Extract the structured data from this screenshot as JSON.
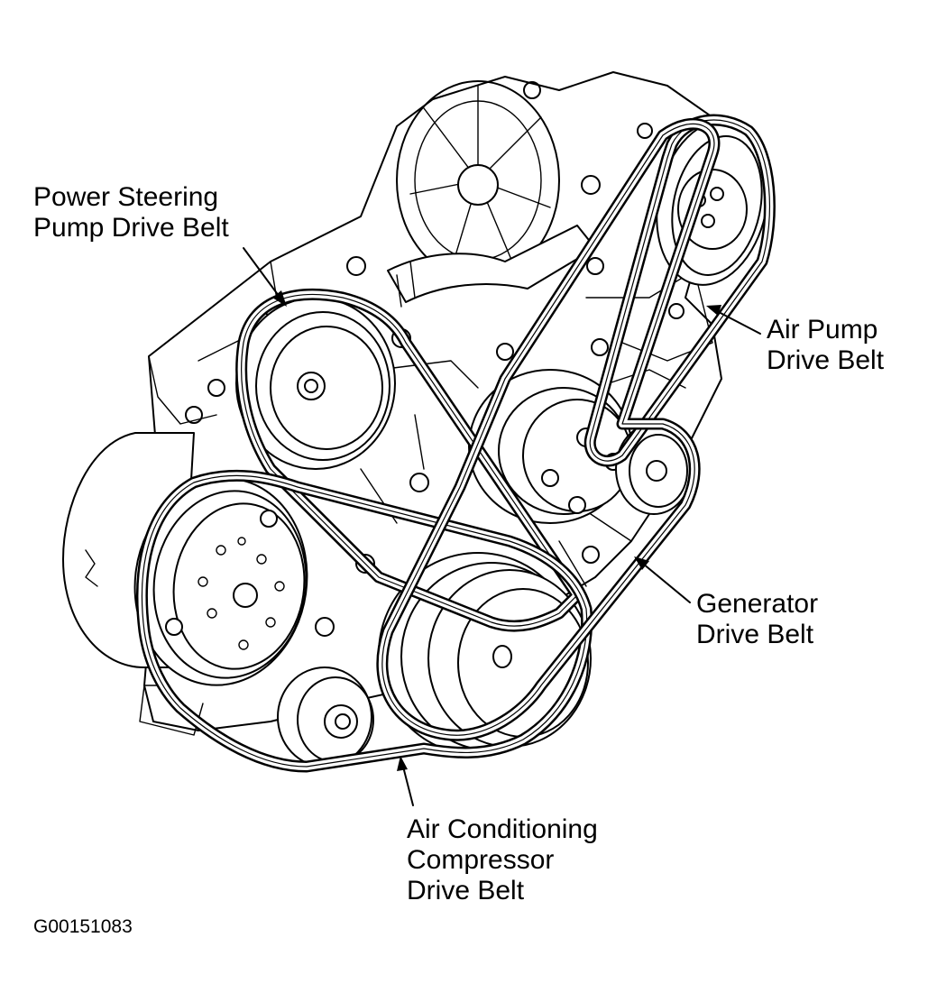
{
  "labels": {
    "power_steering": [
      "Power Steering",
      "Pump Drive Belt"
    ],
    "air_pump": [
      "Air Pump",
      "Drive Belt"
    ],
    "generator": [
      "Generator",
      "Drive Belt"
    ],
    "ac_compressor": [
      "Air Conditioning",
      "Compressor",
      "Drive Belt"
    ]
  },
  "figure_id": "G00151083"
}
